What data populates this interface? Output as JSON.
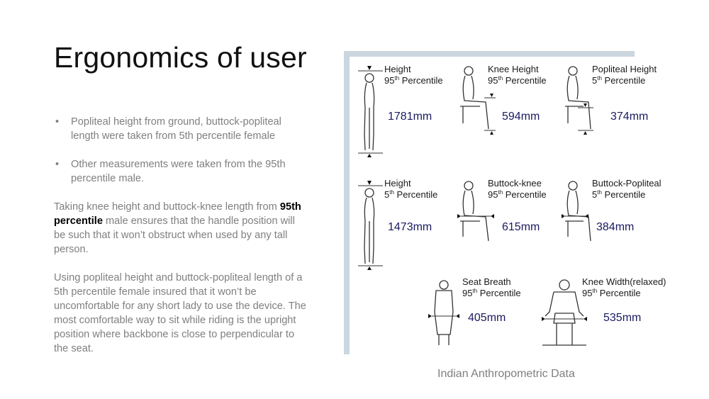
{
  "slide": {
    "title": "Ergonomics of user",
    "bullets": [
      "Popliteal height from ground, buttock-popliteal length were taken from 5th percentile female",
      "Other measurements were taken from the 95th percentile male."
    ],
    "paragraph1": {
      "before": "Taking knee height and buttock-knee length from ",
      "emphasis": "95th percentile",
      "after": " male ensures that the handle position will be such that it won’t obstruct when used by any tall person."
    },
    "paragraph2": "Using popliteal height and buttock-popliteal length of a 5th percentile female insured that it won’t be uncomfortable for any short lady to use the device. The most comfortable way to sit while riding is the upright position where backbone is close to perpendicular to the seat.",
    "caption": "Indian Anthropometric Data"
  },
  "measurements": [
    {
      "name": "Height",
      "percentile": "95",
      "suffix": "th",
      "value": "1781mm"
    },
    {
      "name": "Knee Height",
      "percentile": "95",
      "suffix": "th",
      "value": "594mm"
    },
    {
      "name": "Popliteal Height",
      "percentile": "5",
      "suffix": "th",
      "value": "374mm"
    },
    {
      "name": "Height",
      "percentile": "5",
      "suffix": "th",
      "value": "1473mm"
    },
    {
      "name": "Buttock-knee",
      "percentile": "95",
      "suffix": "th",
      "value": "615mm"
    },
    {
      "name": "Buttock-Popliteal",
      "percentile": "5",
      "suffix": "th",
      "value": "384mm"
    },
    {
      "name": "Seat Breath",
      "percentile": "95",
      "suffix": "th",
      "value": "405mm"
    },
    {
      "name": "Knee Width(relaxed)",
      "percentile": "95",
      "suffix": "th",
      "value": "535mm"
    }
  ],
  "percentile_word": "Percentile",
  "colors": {
    "frame": "#ccd6df",
    "body_text": "#7f7f7f",
    "value_text": "#1a1a60"
  }
}
